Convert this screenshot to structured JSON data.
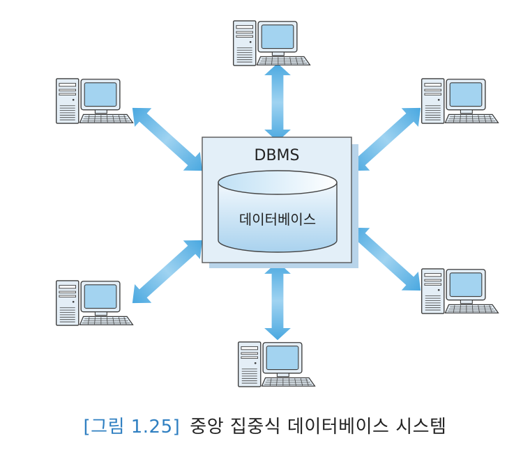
{
  "diagram": {
    "server_label": "DBMS",
    "database_label": "데이터베이스"
  },
  "caption": {
    "figure_number": "[그림 1.25]",
    "title": "중앙 집중식 데이터베이스 시스템"
  },
  "colors": {
    "arrow": "#5fb3e3",
    "server_fill": "#e3eff8",
    "drum_fill": "#cfe6f6",
    "monitor_screen": "#9fd0ef",
    "computer_body": "#dde9f3",
    "caption_accent": "#2f7fc1"
  },
  "icons": [
    "computer-icon",
    "bidirectional-arrow-icon",
    "database-cylinder-icon"
  ]
}
